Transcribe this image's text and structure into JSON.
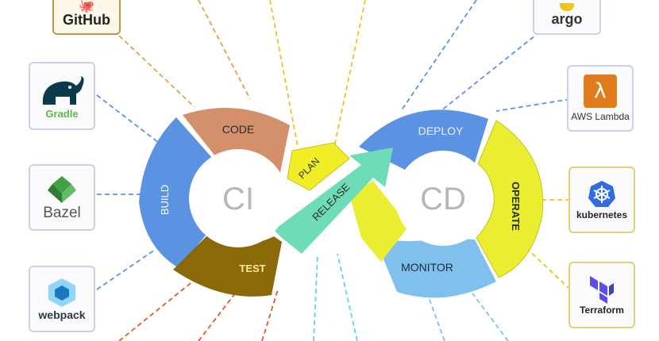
{
  "center": {
    "left": "CI",
    "right": "CD"
  },
  "stages": {
    "code": "CODE",
    "build": "BUILD",
    "test": "TEST",
    "plan": "PLAN",
    "release": "RELEASE",
    "deploy": "DEPLOY",
    "operate": "OPERATE",
    "monitor": "MONITOR"
  },
  "tools": {
    "github": "GitHub",
    "gradle": "Gradle",
    "bazel": "Bazel",
    "webpack": "webpack",
    "argo": "argo",
    "aws_lambda": "AWS Lambda",
    "kubernetes": "kubernetes",
    "terraform": "Terraform"
  },
  "colors": {
    "code": "#d3906a",
    "build": "#5b93e2",
    "test": "#8a6a08",
    "plan": "#f1ee27",
    "release": "#6fdcb8",
    "deploy": "#5b93e2",
    "operate": "#eaee30",
    "monitor": "#7fc0ec",
    "center_text": "#b7b7b7"
  },
  "icons": {
    "github": "github-octocat-icon",
    "gradle": "gradle-elephant-icon",
    "bazel": "bazel-leaf-icon",
    "webpack": "webpack-cube-icon",
    "argo": "argo-octopus-icon",
    "aws_lambda": "aws-lambda-icon",
    "kubernetes": "kubernetes-helm-icon",
    "terraform": "terraform-icon"
  }
}
